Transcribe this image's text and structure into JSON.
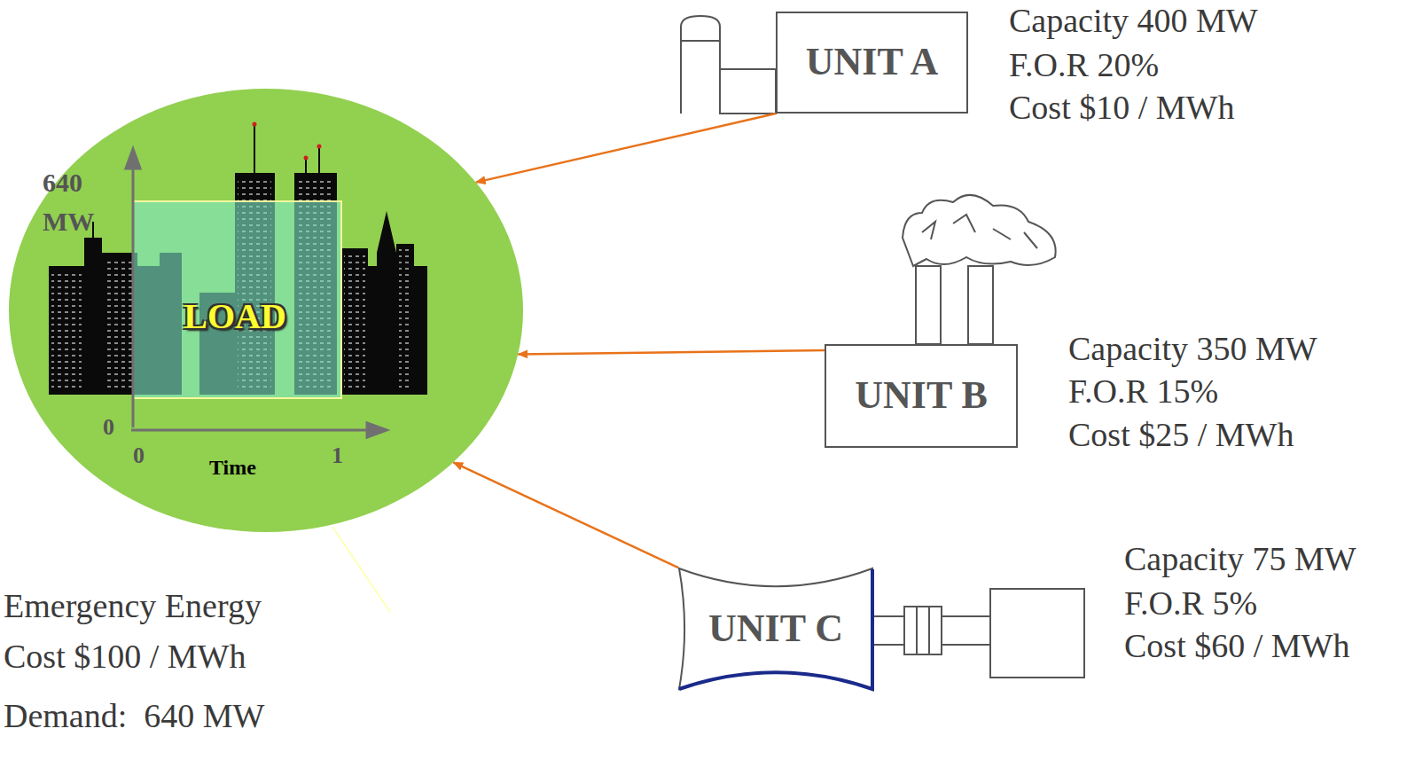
{
  "diagram": {
    "nodes": [
      {
        "text": [
          "LOAD"
        ]
      },
      {
        "text": [
          "UNIT A"
        ]
      },
      {
        "text": [
          "UNIT B"
        ]
      },
      {
        "text": [
          "UNIT C"
        ]
      }
    ],
    "edges": [
      {
        "from": 1,
        "to": 0,
        "arrow": "to"
      },
      {
        "from": 2,
        "to": 0,
        "arrow": "to"
      },
      {
        "from": 3,
        "to": 0,
        "arrow": "to"
      }
    ],
    "labels": [
      "Capacity 400 MW",
      "F.O.R 20%",
      "Cost $10 / MWh",
      "Capacity 350 MW",
      "F.O.R 15%",
      "Cost $25 / MWh",
      "Capacity 75 MW",
      "F.O.R 5%",
      "Cost $60 / MWh",
      "640 MW",
      "0",
      "0",
      "1",
      "Time",
      "Emergency Energy",
      "Cost $100 / MWh",
      "Demand:  640 MW"
    ]
  }
}
